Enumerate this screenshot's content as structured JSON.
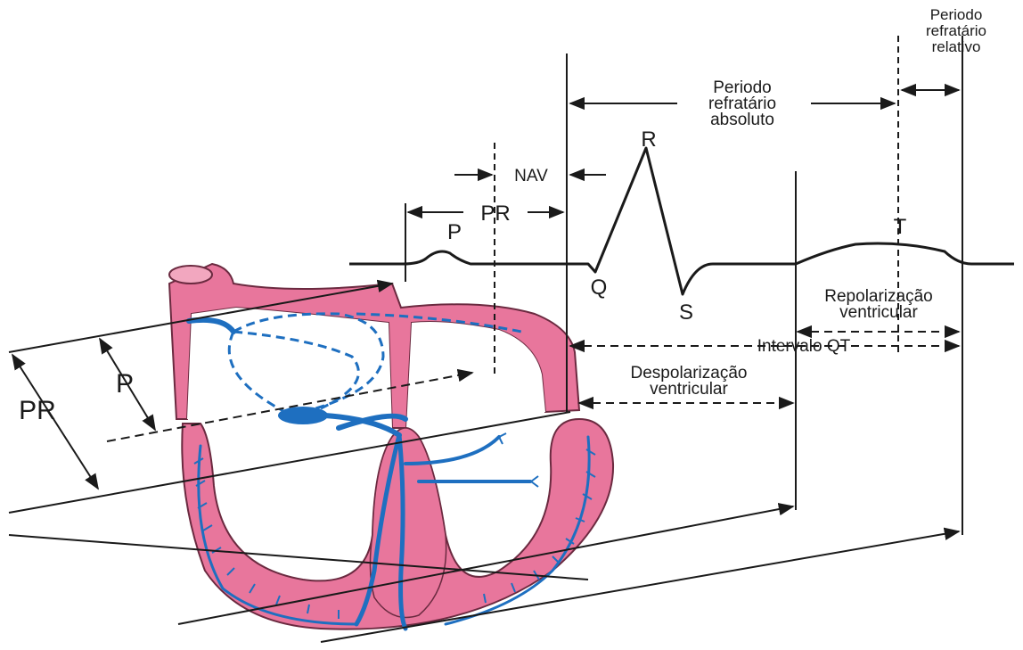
{
  "labels": {
    "periodo_relativo": [
      "Periodo",
      "refratário",
      "relativo"
    ],
    "periodo_absoluto": [
      "Periodo",
      "refratário",
      "absoluto"
    ],
    "nav": "NAV",
    "pr_top": "PR",
    "p_wave": "P",
    "r_wave": "R",
    "q_wave": "Q",
    "s_wave": "S",
    "t_wave": "T",
    "repolarizacao": [
      "Repolarização",
      "ventricular"
    ],
    "intervalo_qt": "Intervalo QT",
    "despolarizacao": [
      "Despolarização",
      "ventricular"
    ],
    "p_side": "P",
    "pr_side": "PR"
  },
  "colors": {
    "heart_tissue": "#e8769c",
    "heart_inner": "#f2a7bf",
    "conduction": "#1e6fc0",
    "line": "#1a1a1a"
  }
}
